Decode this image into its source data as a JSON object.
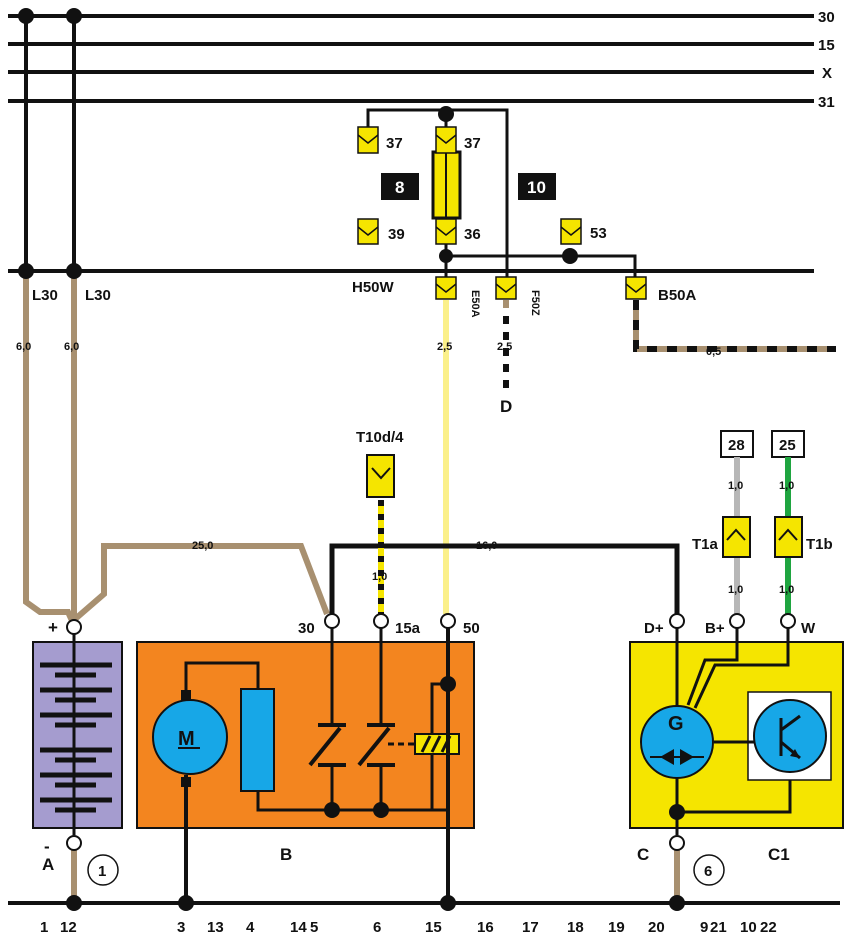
{
  "bus_labels": {
    "b30": "30",
    "b15": "15",
    "bx": "X",
    "b31": "31"
  },
  "lines": {
    "l30a": "L30",
    "l30b": "L30",
    "h50w": "H50W",
    "e50a": "E50A",
    "f50z": "F50Z",
    "b50a": "B50A"
  },
  "connectors": {
    "c37a": "37",
    "c37b": "37",
    "c39": "39",
    "c36": "36",
    "c53": "53",
    "t10": "T10d/4",
    "t1a": "T1a",
    "t1b": "T1b"
  },
  "fuse_boxes": {
    "f8": "8",
    "f10": "10"
  },
  "refs": {
    "r28": "28",
    "r25": "25",
    "d": "D"
  },
  "wire_sizes": {
    "w1": "6,0",
    "w2": "6,0",
    "w3": "2,5",
    "w4": "2,5",
    "w5": "0,5",
    "w6": "25,0",
    "w7": "16,0",
    "w8": "1,0",
    "w9": "1,0",
    "w10": "1,0",
    "w11": "1,0",
    "w12": "1,0"
  },
  "terminals": {
    "plus": "+",
    "minus": "-",
    "t30": "30",
    "t15a": "15a",
    "t50": "50",
    "dplus": "D+",
    "bplus": "B+",
    "w": "W"
  },
  "components": {
    "battery": "A",
    "battery_num": "1",
    "starter": "B",
    "motor": "M",
    "alternator": "C",
    "alternator_num": "6",
    "generator": "G",
    "regulator": "C1"
  },
  "ruler": [
    "1",
    "12",
    "3",
    "13",
    "4",
    "14",
    "5",
    "6",
    "15",
    "16",
    "17",
    "18",
    "19",
    "20",
    "9",
    "21",
    "10",
    "22"
  ]
}
